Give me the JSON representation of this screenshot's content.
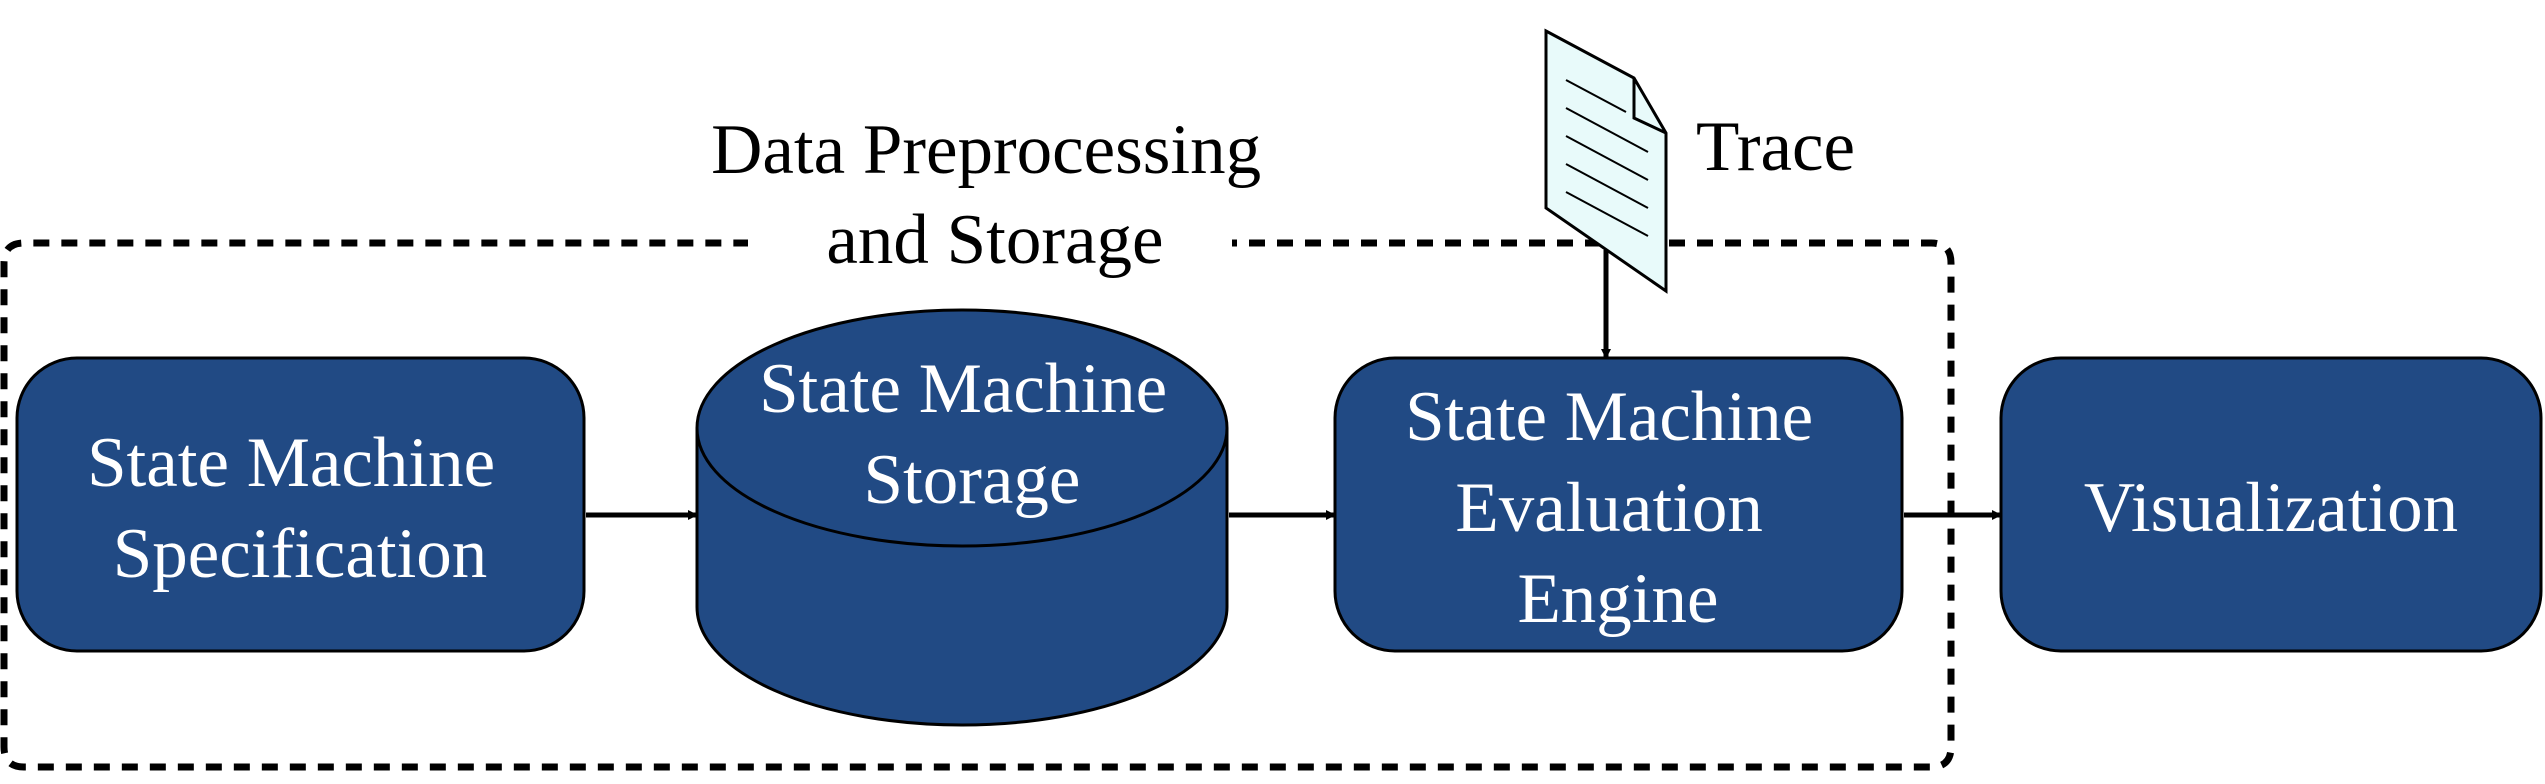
{
  "group_label": {
    "line1": "Data Preprocessing",
    "line2": "and Storage"
  },
  "trace_label": "Trace",
  "nodes": {
    "specification": {
      "line1": "State Machine",
      "line2": "Specification"
    },
    "storage": {
      "line1": "State Machine",
      "line2": "Storage"
    },
    "engine": {
      "line1": "State Machine",
      "line2": "Evaluation",
      "line3": "Engine"
    },
    "visualization": {
      "line1": "Visualization"
    }
  },
  "colors": {
    "node_fill": "#214a84",
    "node_text": "#ffffff",
    "document_fill": "#e8fafa",
    "line": "#000000"
  }
}
